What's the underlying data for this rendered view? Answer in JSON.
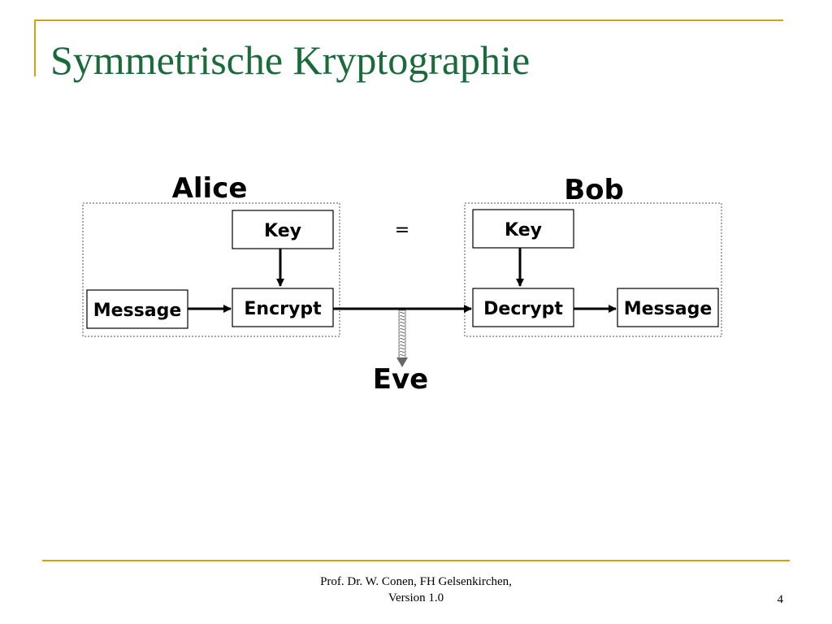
{
  "slide": {
    "title": "Symmetrische Kryptographie",
    "page_number": "4"
  },
  "diagram": {
    "alice_label": "Alice",
    "bob_label": "Bob",
    "eve_label": "Eve",
    "equals_sign": "=",
    "alice_key": "Key",
    "bob_key": "Key",
    "alice_message": "Message",
    "encrypt": "Encrypt",
    "decrypt": "Decrypt",
    "bob_message": "Message"
  },
  "footer": {
    "line1": "Prof. Dr. W. Conen, FH Gelsenkirchen,",
    "line2": "Version 1.0"
  },
  "colors": {
    "accent_line": "#d4a017",
    "title": "#1a6b3c"
  }
}
